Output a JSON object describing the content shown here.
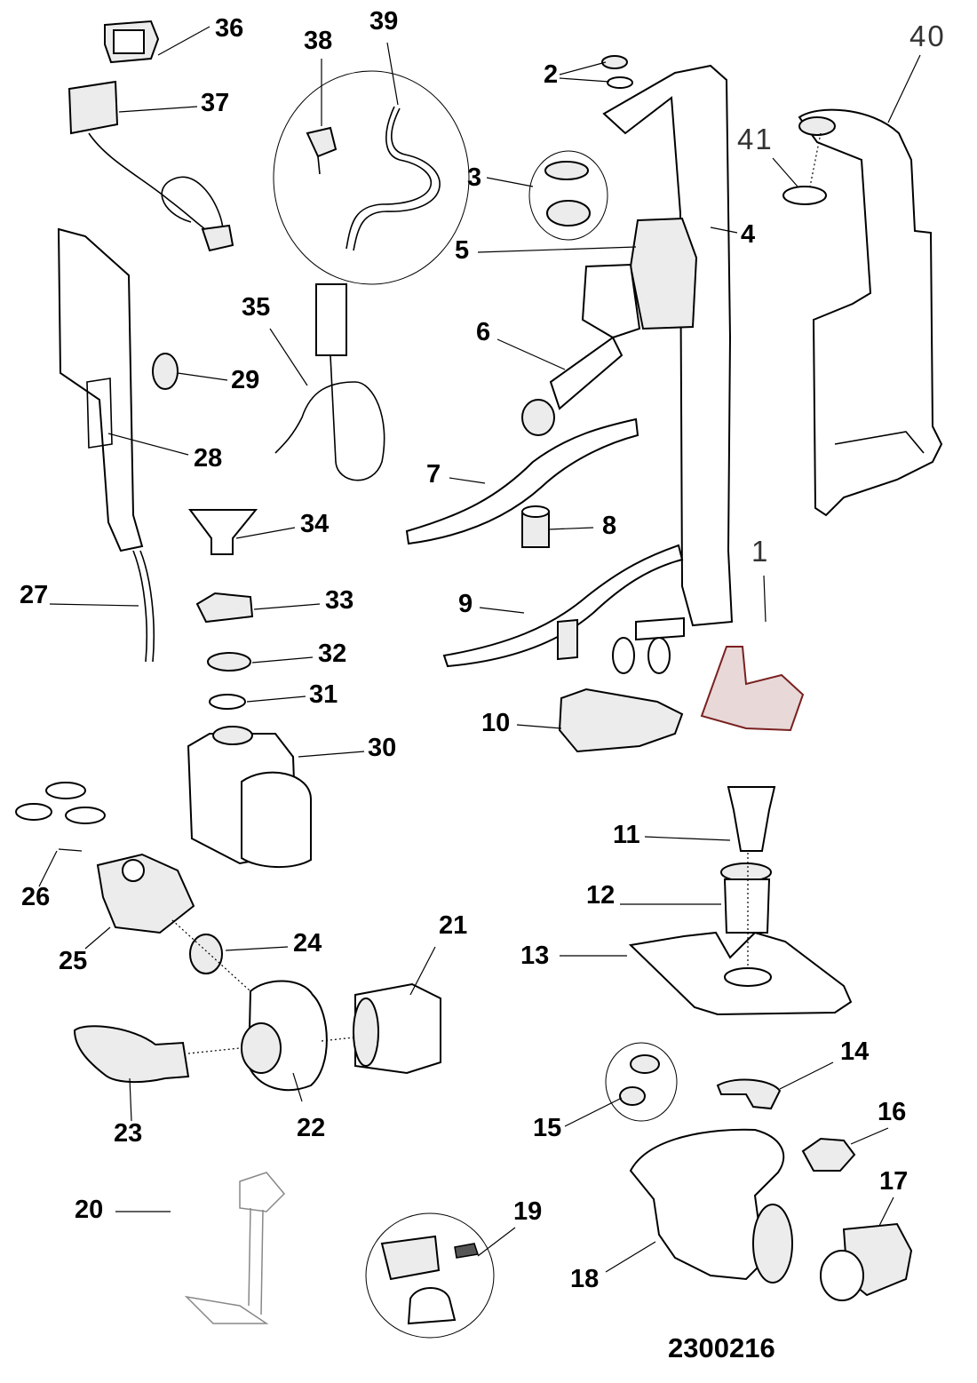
{
  "diagram_code": "2300216",
  "labels": {
    "p1": "1",
    "p2": "2",
    "p3": "3",
    "p4": "4",
    "p5": "5",
    "p6": "6",
    "p7": "7",
    "p8": "8",
    "p9": "9",
    "p10": "10",
    "p11": "11",
    "p12": "12",
    "p13": "13",
    "p14": "14",
    "p15": "15",
    "p16": "16",
    "p17": "17",
    "p18": "18",
    "p19": "19",
    "p20": "20",
    "p21": "21",
    "p22": "22",
    "p23": "23",
    "p24": "24",
    "p25": "25",
    "p26": "26",
    "p27": "27",
    "p28": "28",
    "p29": "29",
    "p30": "30",
    "p31": "31",
    "p32": "32",
    "p33": "33",
    "p34": "34",
    "p35": "35",
    "p36": "36",
    "p37": "37",
    "p38": "38",
    "p39": "39",
    "p40": "40",
    "p41": "41"
  }
}
